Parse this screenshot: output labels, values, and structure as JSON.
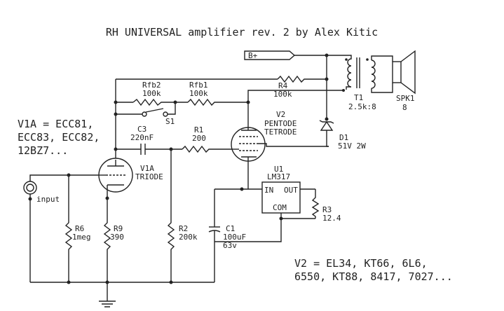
{
  "title": "RH UNIVERSAL amplifier rev. 2 by Alex Kitic",
  "v1_types": {
    "line1": "V1A = ECC81,",
    "line2": "ECC83, ECC82,",
    "line3": "12BZ7..."
  },
  "v2_types": {
    "line1": "V2 = EL34, KT66, 6L6,",
    "line2": "6550, KT88, 8417, 7027..."
  },
  "components": {
    "bplus": "B+",
    "t1": {
      "ref": "T1",
      "value": "2.5k:8"
    },
    "spk1": {
      "ref": "SPK1",
      "value": "8"
    },
    "rfb2": {
      "ref": "Rfb2",
      "value": "100k"
    },
    "rfb1": {
      "ref": "Rfb1",
      "value": "100k"
    },
    "r4": {
      "ref": "R4",
      "value": "100k"
    },
    "s1": {
      "ref": "S1"
    },
    "c3": {
      "ref": "C3",
      "value": "220nF"
    },
    "r1": {
      "ref": "R1",
      "value": "200"
    },
    "v2": {
      "ref": "V2",
      "line1": "PENTODE",
      "line2": "TETRODE"
    },
    "d1": {
      "ref": "D1",
      "value": "51V 2W"
    },
    "v1a": {
      "ref": "V1A",
      "value": "TRIODE"
    },
    "u1": {
      "ref": "U1",
      "value": "LM317",
      "pin_in": "IN",
      "pin_out": "OUT",
      "pin_com": "COM"
    },
    "r3": {
      "ref": "R3",
      "value": "12.4"
    },
    "input": "input",
    "r6": {
      "ref": "R6",
      "value": "1meg"
    },
    "r9": {
      "ref": "R9",
      "value": "390"
    },
    "r2": {
      "ref": "R2",
      "value": "200k"
    },
    "c1": {
      "ref": "C1",
      "value": "100uF",
      "voltage": "63v"
    }
  }
}
